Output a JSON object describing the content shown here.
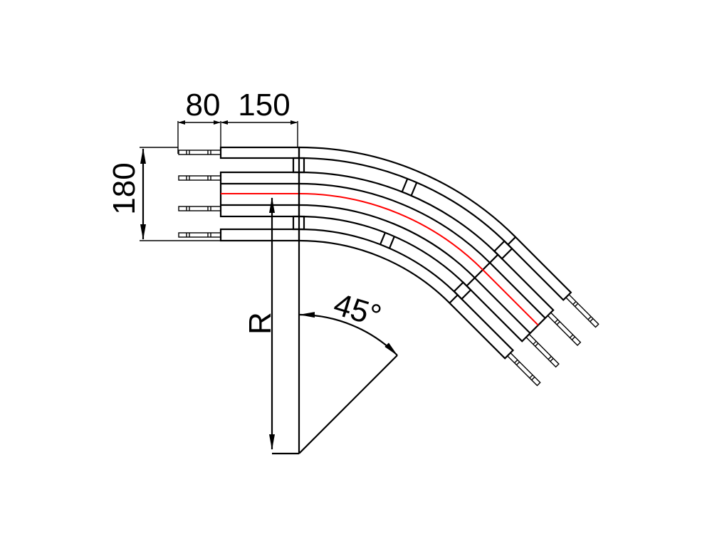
{
  "dimensions": {
    "pin_length": "80",
    "straight_length": "150",
    "width": "180",
    "radius": "R",
    "angle": "45°"
  },
  "colors": {
    "line": "#000000",
    "centerline": "#ff0000"
  }
}
